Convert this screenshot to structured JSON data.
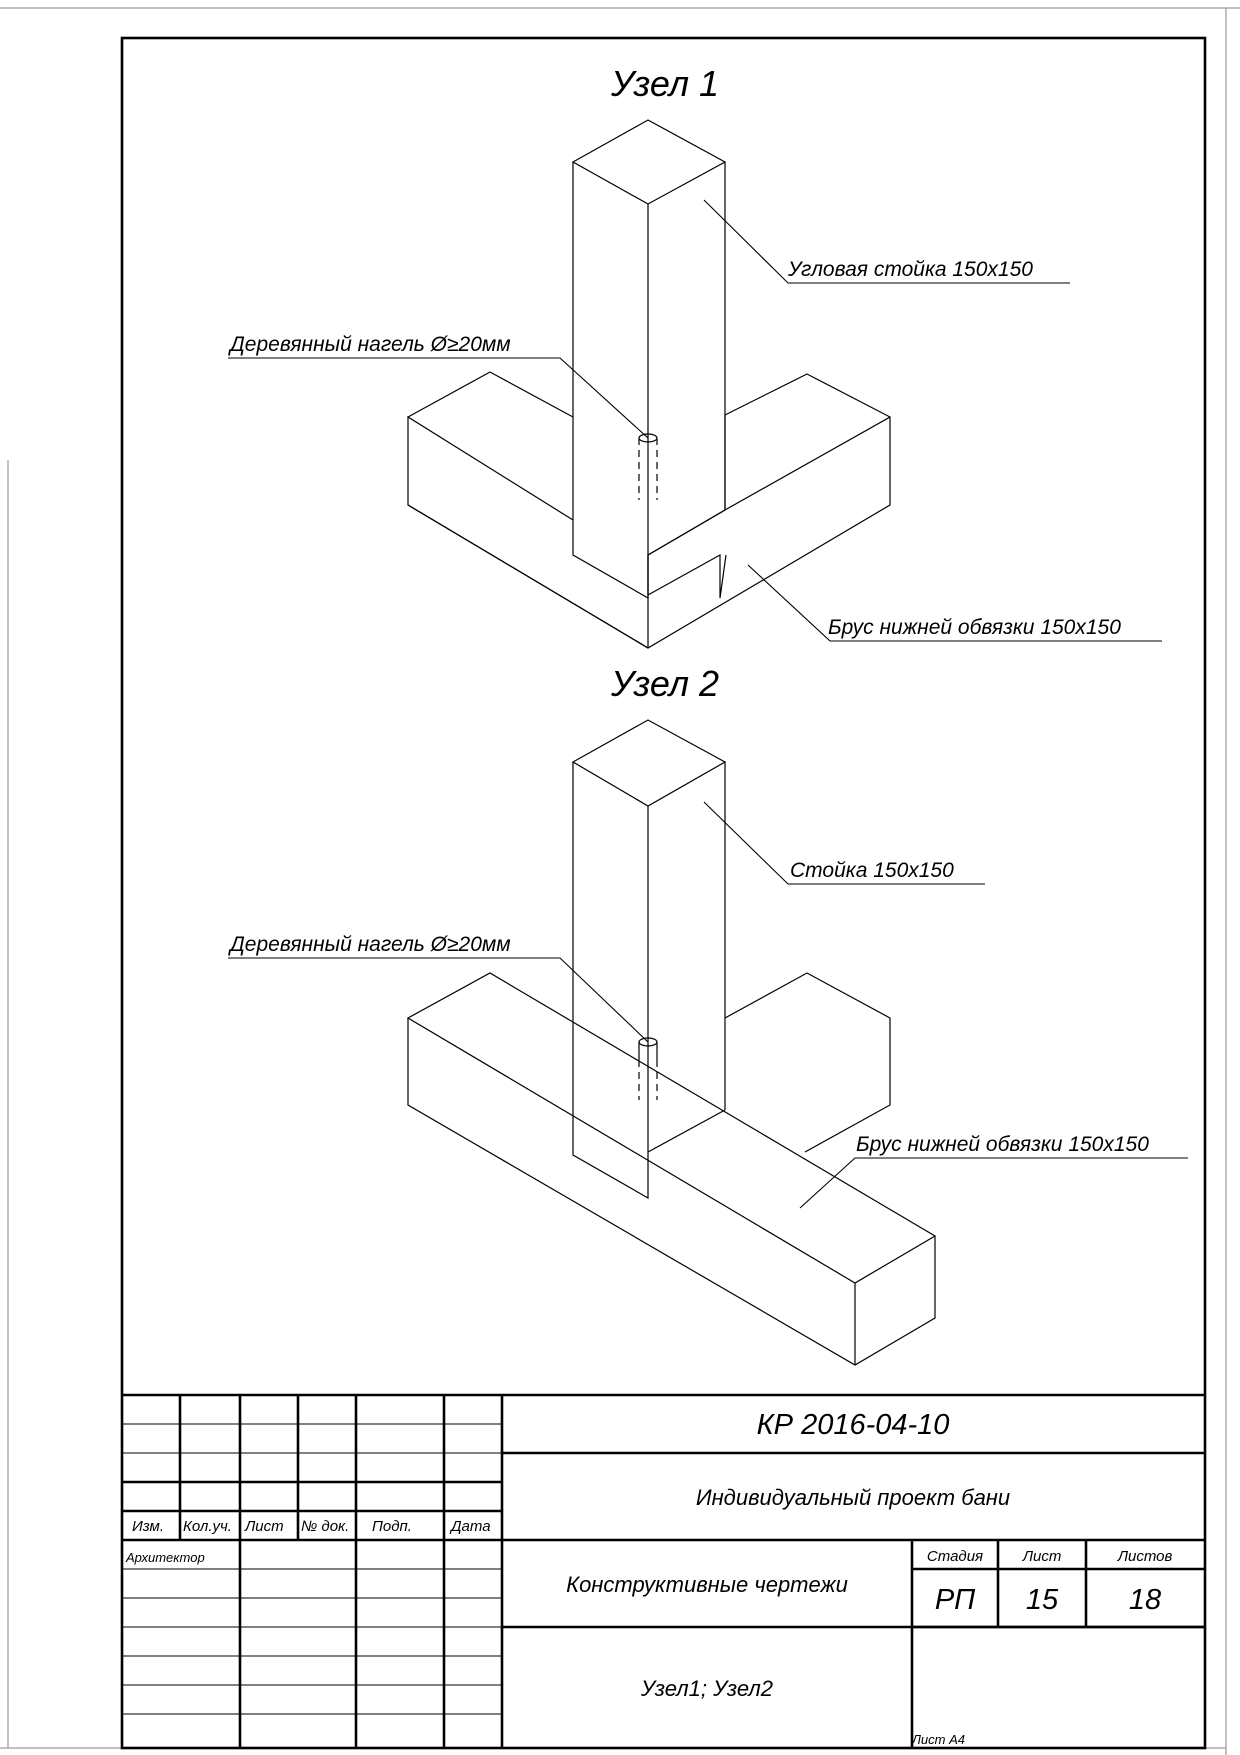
{
  "nodes": [
    {
      "title": "Узел 1",
      "labels": {
        "post": "Угловая стойка 150х150",
        "dowel": "Деревянный нагель Ø≥20мм",
        "beam": "Брус нижней обвязки 150х150"
      }
    },
    {
      "title": "Узел 2",
      "labels": {
        "post": "Стойка 150х150",
        "dowel": "Деревянный нагель Ø≥20мм",
        "beam": "Брус нижней обвязки 150х150"
      }
    }
  ],
  "title_block": {
    "doc_code": "КР 2016-04-10",
    "project_name": "Индивидуальный проект бани",
    "section": "Конструктивные чертежи",
    "sheet_content": "Узел1; Узел2",
    "header_cols": [
      "Изм.",
      "Кол.уч.",
      "Лист",
      "№ док.",
      "Подп.",
      "Дата"
    ],
    "role": "Архитектор",
    "stage_label": "Стадия",
    "sheet_label": "Лист",
    "sheets_label": "Листов",
    "stage_value": "РП",
    "sheet_value": "15",
    "sheets_value": "18"
  },
  "format_label": "Лист А4"
}
